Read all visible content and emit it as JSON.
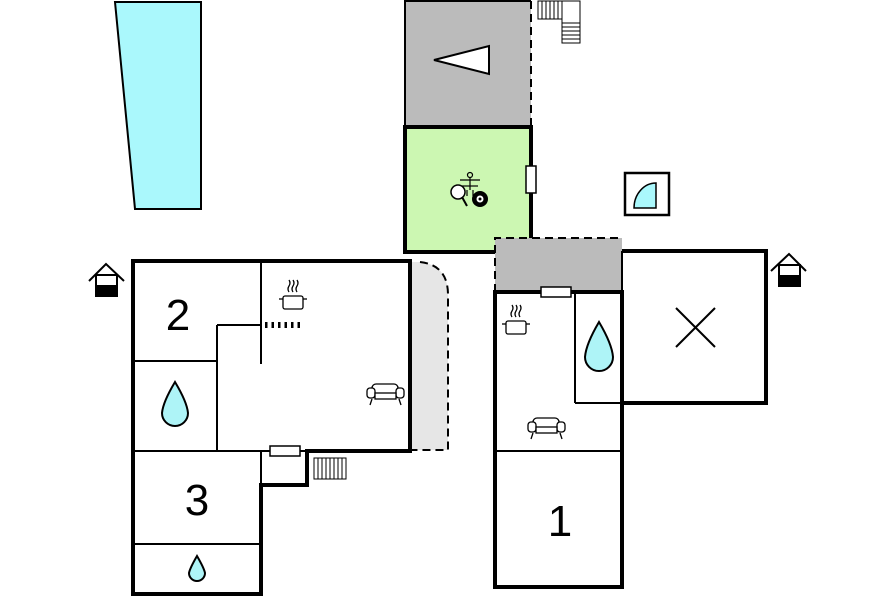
{
  "rooms": {
    "bedroom_2": {
      "number": "2"
    },
    "bedroom_3": {
      "number": "3"
    },
    "bedroom_1": {
      "number": "1"
    }
  },
  "colors": {
    "pool": "#aaf8fc",
    "game_room": "#ccf7b2",
    "covered_area": "#bbbbbb",
    "terrace": "#e6e6e6",
    "water": "#aef4f7"
  },
  "icons": [
    "pool",
    "parking-triangle",
    "ping-pong-icon",
    "foosball-icon",
    "billiard-ball-icon",
    "shower-icon",
    "kitchen-pot-icon",
    "sofa-icon",
    "stairs-icon",
    "fireplace-icon",
    "house-entrance-icon",
    "closed-room-x-icon",
    "window-icon"
  ]
}
